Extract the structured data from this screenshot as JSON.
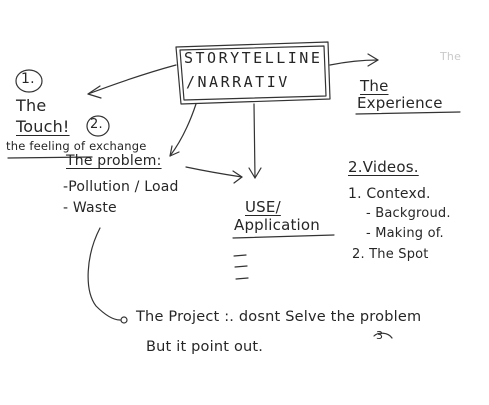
{
  "central": {
    "line1": "STORYTELLINE",
    "line2": "/NARRATIV"
  },
  "node_touch": {
    "number": "1.",
    "title_line1": "The",
    "title_line2": "Touch!",
    "subtitle": "the feeling of exchange"
  },
  "node_problem": {
    "number": "2.",
    "title": "The problem:",
    "items": [
      "-Pollution / Load",
      "- Waste"
    ]
  },
  "node_use": {
    "line1": "USE/",
    "line2": "Application"
  },
  "node_experience": {
    "line1": "The",
    "line2": "Experience",
    "faint_note": "The"
  },
  "node_videos": {
    "title": "2.Videos.",
    "line1": "1. Contexd.",
    "line2": "- Backgroud.",
    "line3": "- Making of.",
    "line4": "2. The Spot"
  },
  "note": {
    "line1": "The Project :. dosnt Selve the problem",
    "line2": "But it point out.",
    "number": "3"
  }
}
